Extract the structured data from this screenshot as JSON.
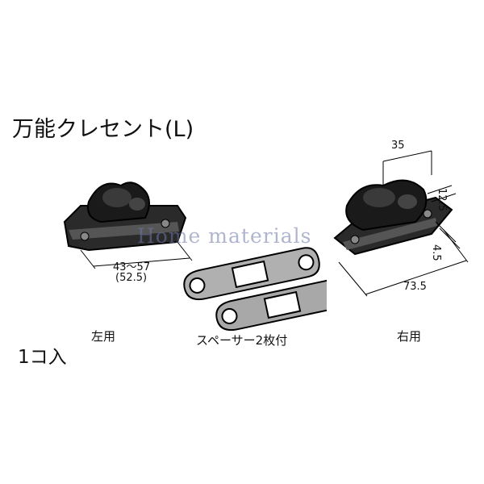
{
  "title": "万能クレセント(L)",
  "watermark": "Home materials",
  "left_unit": {
    "label": "左用",
    "dimension_main": "43〜57",
    "dimension_sub": "(52.5)"
  },
  "spacer": {
    "label": "スペーサー2枚付"
  },
  "right_unit": {
    "label": "右用",
    "dim_width": "35",
    "dim_height": "12.5",
    "dim_offset": "4.5",
    "dim_length": "73.5"
  },
  "quantity_note": "1コ入"
}
